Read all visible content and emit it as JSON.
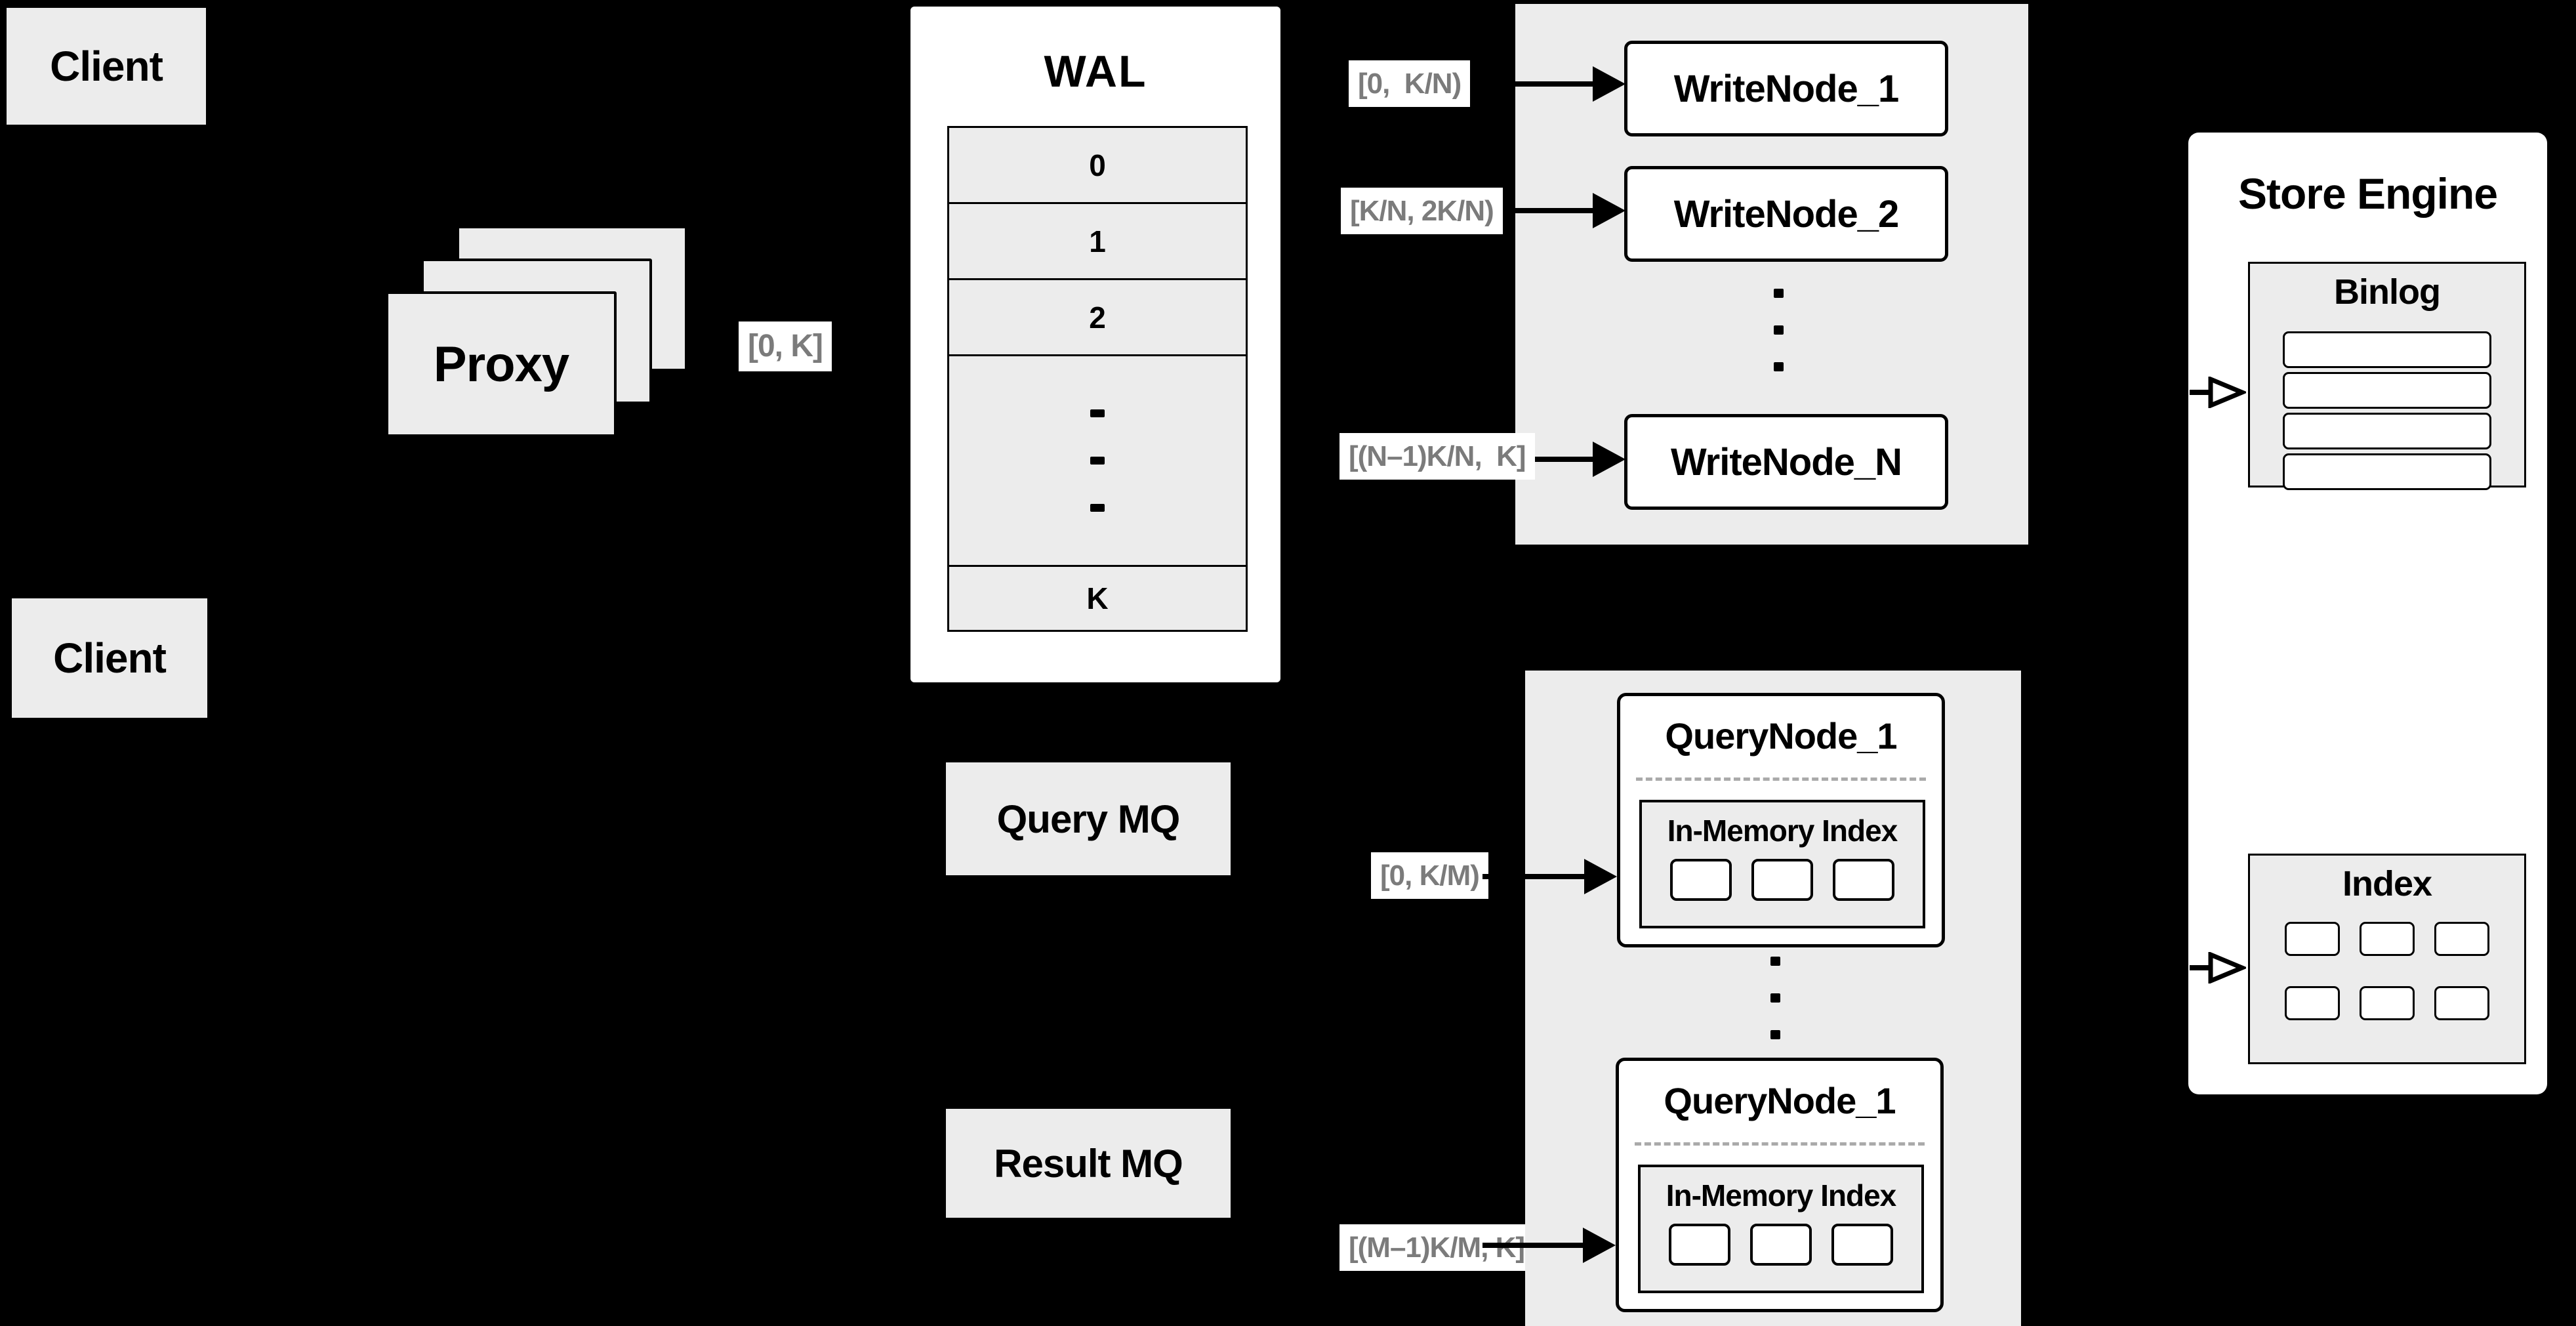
{
  "colors": {
    "background": "#000000",
    "panel_gray": "#ececec",
    "node_fill": "#ffffff",
    "line": "#000000",
    "range_text": "#7b7b7b",
    "dashed_divider": "#aaaaaa"
  },
  "client_top": {
    "label": "Client"
  },
  "client_bottom": {
    "label": "Client"
  },
  "proxy": {
    "label": "Proxy"
  },
  "wal": {
    "title": "WAL",
    "rows": [
      "0",
      "1",
      "2"
    ],
    "last_row": "K"
  },
  "write_group": {
    "node_1": "WriteNode_1",
    "node_2": "WriteNode_2",
    "node_n": "WriteNode_N"
  },
  "query_group": {
    "node_top_title": "QueryNode_1",
    "node_bottom_title": "QueryNode_1",
    "in_memory_label": "In-Memory Index"
  },
  "store_engine": {
    "title": "Store Engine",
    "binlog_title": "Binlog",
    "index_title": "Index"
  },
  "mq": {
    "query_label": "Query MQ",
    "result_label": "Result MQ"
  },
  "ranges": {
    "proxy_out": "[0, K]",
    "write_1": "[0,  K/N)",
    "write_2": "[K/N, 2K/N)",
    "write_n": "[(N–1)K/N,  K]",
    "query_top": "[0, K/M)",
    "query_bottom": "[(M–1)K/M, K]"
  }
}
